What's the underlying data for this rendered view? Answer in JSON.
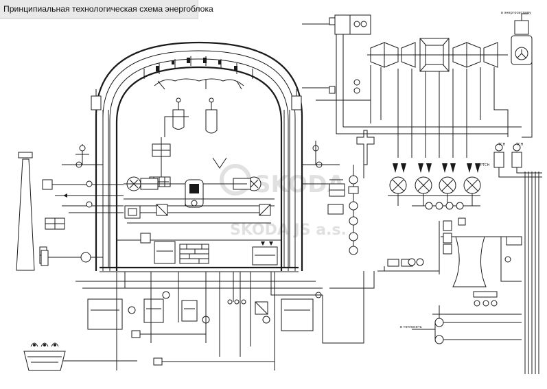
{
  "title": "Принципиальная технологическая схема энергоблока",
  "colors": {
    "line": "#1a1a1a",
    "background": "#ffffff",
    "title_bar": "#e9e9e9",
    "watermark": "#c8c8c8"
  },
  "watermark": {
    "brand": "SKODA",
    "company": "SKODA JS a.s."
  },
  "labels": {
    "to_power_grid": "в энергосистему",
    "to_heat_network": "в теплосеть",
    "tsn": "ТСН",
    "rtsn": "РТСН"
  }
}
